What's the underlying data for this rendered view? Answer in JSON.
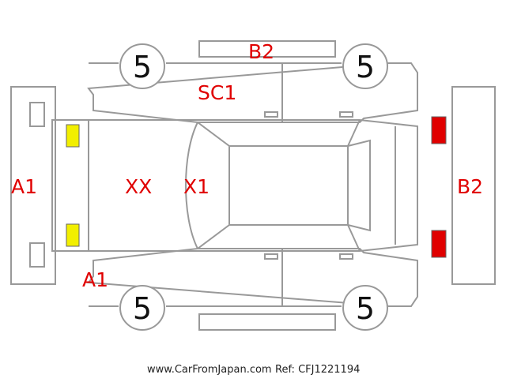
{
  "labels": {
    "front_bumper": "A1",
    "front_corner": "A1",
    "hood": "XX",
    "windshield": "X1",
    "right_side_top": "SC1",
    "roof_side_top": "B2",
    "rear_bumper": "B2"
  },
  "tires": {
    "front_left": "5",
    "rear_left": "5",
    "front_right": "5",
    "rear_right": "5"
  },
  "footer": {
    "site": "www.CarFromJapan.com",
    "ref": "Ref: CFJ1221194"
  },
  "colors": {
    "outline": "#999999",
    "damage_text": "#e00000",
    "headlight": "#f2ef00",
    "taillight": "#e00000"
  }
}
